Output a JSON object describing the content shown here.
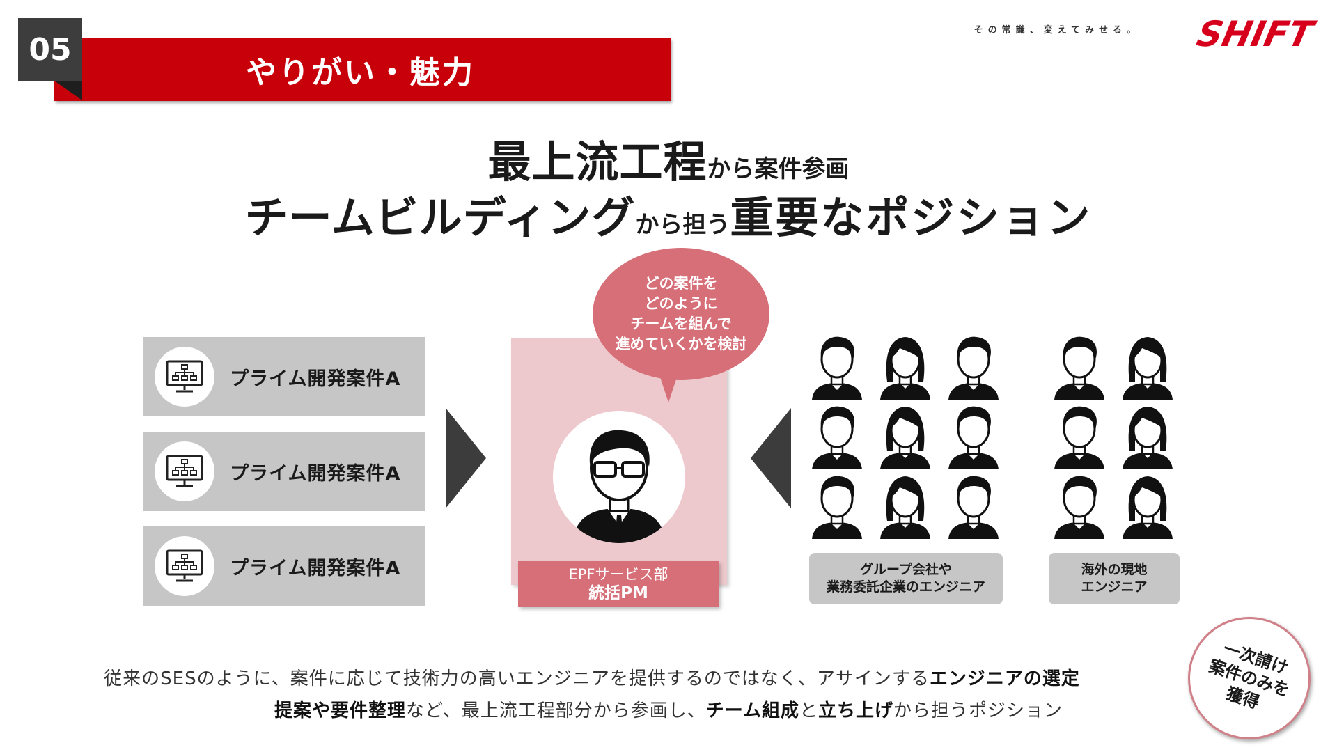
{
  "header": {
    "section_number": "05",
    "title": "やりがい・魅力",
    "tagline": "その常識、変えてみせる。",
    "logo_text": "SHIFT"
  },
  "headline": {
    "line1_emphasis": "最上流工程",
    "line1_rest": "から案件参画",
    "line2_emphasis": "チームビルディング",
    "line2_mid": "から担う",
    "line2_end": "重要なポジション"
  },
  "projects": [
    {
      "label": "プライム開発案件A",
      "icon": "org-chart-monitor-icon"
    },
    {
      "label": "プライム開発案件A",
      "icon": "org-chart-monitor-icon"
    },
    {
      "label": "プライム開発案件A",
      "icon": "org-chart-monitor-icon"
    }
  ],
  "pm": {
    "bubble_line1": "どの案件を",
    "bubble_line2": "どのように",
    "bubble_line3": "チームを組んで",
    "bubble_line4": "進めていくかを検討",
    "dept": "EPFサービス部",
    "role": "統括PM"
  },
  "groups": {
    "partner_label_line1": "グループ会社や",
    "partner_label_line2": "業務委託企業のエンジニア",
    "overseas_label_line1": "海外の現地",
    "overseas_label_line2": "エンジニア"
  },
  "description": {
    "line1_normal": "従来のSESのように、案件に応じて技術力の高いエンジニアを提供するのではなく、アサインする",
    "line1_bold": "エンジニアの選定",
    "line2_bold1": "提案や要件整理",
    "line2_normal1": "など、最上流工程部分から参画し、",
    "line2_bold2": "チーム組成",
    "line2_normal2": "と",
    "line2_bold3": "立ち上げ",
    "line2_normal3": "から担うポジション"
  },
  "stamp": {
    "line1": "一次請け",
    "line2": "案件のみを",
    "line3": "獲得"
  },
  "colors": {
    "brand_red": "#c8000a",
    "accent_pink": "#d66f78",
    "light_pink": "#edc8cc",
    "card_gray": "#c6c6c6",
    "dark": "#3c3c3c"
  }
}
